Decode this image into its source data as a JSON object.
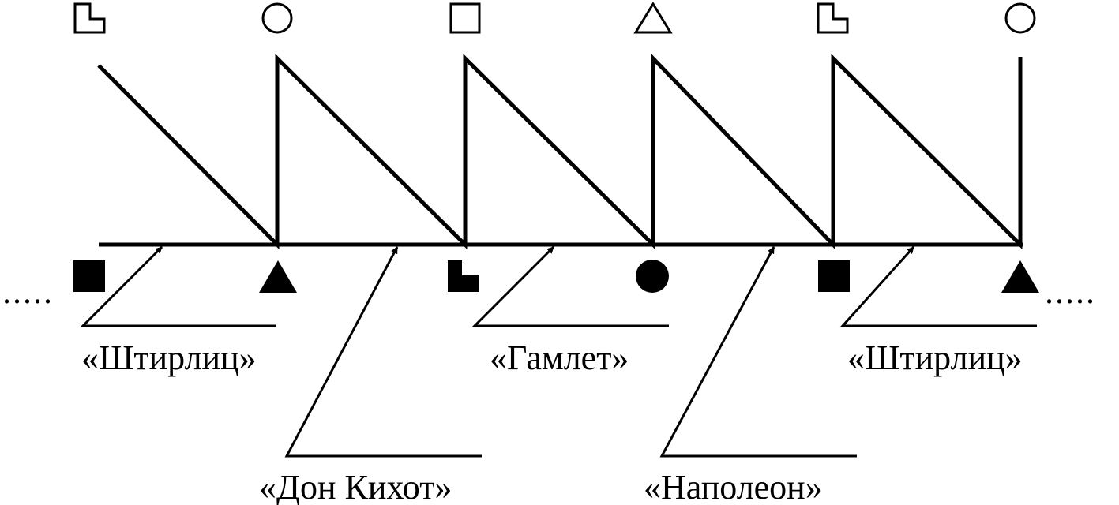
{
  "diagram": {
    "labels": {
      "stirlitz_left": "«Штирлиц»",
      "don_quixote": "«Дон Кихот»",
      "hamlet": "«Гамлет»",
      "napoleon": "«Наполеон»",
      "stirlitz_right": "«Штирлиц»"
    },
    "continuation": {
      "left": ".....",
      "right": "....."
    },
    "top_symbols": [
      "l-shape-outline-icon",
      "circle-outline-icon",
      "square-outline-icon",
      "triangle-outline-icon",
      "l-shape-outline-icon",
      "circle-outline-icon"
    ],
    "bottom_symbols": [
      "square-filled-icon",
      "triangle-filled-icon",
      "l-shape-filled-icon",
      "circle-filled-icon",
      "square-filled-icon",
      "triangle-filled-icon"
    ],
    "colors": {
      "ink": "#000000",
      "paper": "#ffffff"
    }
  }
}
